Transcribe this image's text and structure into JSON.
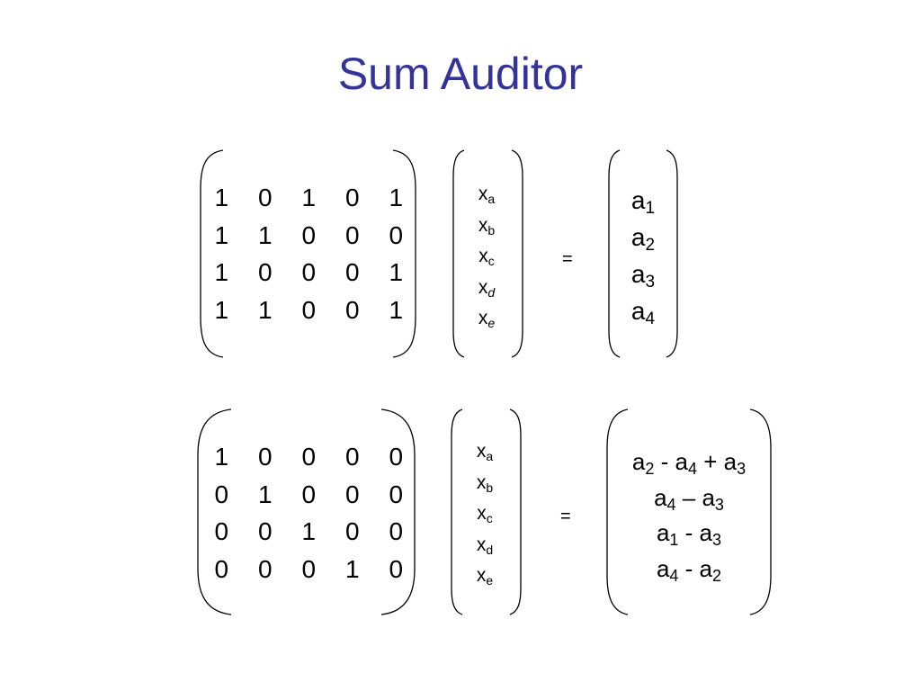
{
  "title": "Sum Auditor",
  "system_1": {
    "matrix": [
      [
        "1",
        "0",
        "1",
        "0",
        "1"
      ],
      [
        "1",
        "1",
        "0",
        "0",
        "0"
      ],
      [
        "1",
        "0",
        "0",
        "0",
        "1"
      ],
      [
        "1",
        "1",
        "0",
        "0",
        "1"
      ]
    ],
    "vector": [
      {
        "base": "x",
        "sub": "a",
        "italic": false
      },
      {
        "base": "x",
        "sub": "b",
        "italic": false
      },
      {
        "base": "x",
        "sub": "c",
        "italic": false
      },
      {
        "base": "x",
        "sub": "d",
        "italic": true
      },
      {
        "base": "x",
        "sub": "e",
        "italic": true
      }
    ],
    "equals": "=",
    "result": [
      [
        {
          "t": "a"
        },
        {
          "s": "1"
        }
      ],
      [
        {
          "t": "a"
        },
        {
          "s": "2"
        }
      ],
      [
        {
          "t": "a"
        },
        {
          "s": "3"
        }
      ],
      [
        {
          "t": "a"
        },
        {
          "s": "4"
        }
      ]
    ]
  },
  "system_2": {
    "matrix": [
      [
        "1",
        "0",
        "0",
        "0",
        "0"
      ],
      [
        "0",
        "1",
        "0",
        "0",
        "0"
      ],
      [
        "0",
        "0",
        "1",
        "0",
        "0"
      ],
      [
        "0",
        "0",
        "0",
        "1",
        "0"
      ]
    ],
    "vector": [
      {
        "base": "x",
        "sub": "a",
        "italic": false
      },
      {
        "base": "x",
        "sub": "b",
        "italic": false
      },
      {
        "base": "x",
        "sub": "c",
        "italic": false
      },
      {
        "base": "x",
        "sub": "d",
        "italic": false
      },
      {
        "base": "x",
        "sub": "e",
        "italic": false
      }
    ],
    "equals": "=",
    "result": [
      [
        {
          "t": "a"
        },
        {
          "s": "2"
        },
        {
          "t": " - a"
        },
        {
          "s": "4"
        },
        {
          "t": " + a"
        },
        {
          "s": "3"
        }
      ],
      [
        {
          "t": "a"
        },
        {
          "s": "4"
        },
        {
          "t": " – a"
        },
        {
          "s": "3"
        }
      ],
      [
        {
          "t": "a"
        },
        {
          "s": "1"
        },
        {
          "t": " - a"
        },
        {
          "s": "3"
        }
      ],
      [
        {
          "t": "a"
        },
        {
          "s": "4"
        },
        {
          "t": " - a"
        },
        {
          "s": "2"
        }
      ]
    ]
  }
}
